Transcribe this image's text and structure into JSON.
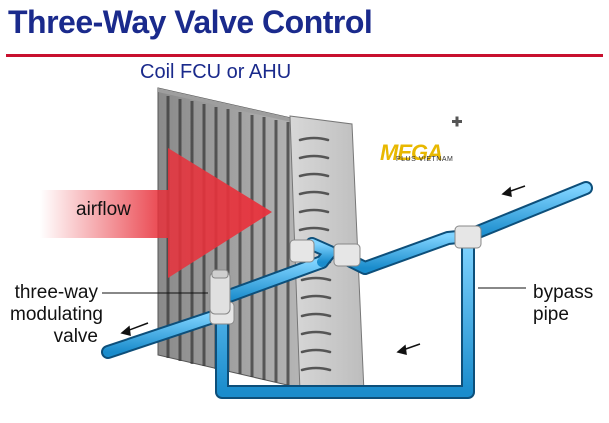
{
  "title": "Three-Way Valve Control",
  "subtitle": "Coil FCU or AHU",
  "labels": {
    "airflow": "airflow",
    "valve": [
      "three-way",
      "modulating",
      "valve"
    ],
    "bypass": [
      "bypass",
      "pipe"
    ]
  },
  "logo": {
    "main": "MEGA",
    "sub": "PLUS VIETNAM",
    "icon": "plus-icon"
  },
  "colors": {
    "title": "#1a2a8c",
    "rule": "#c8102e",
    "pipe": "#2aa4e0",
    "airflow": "#e8323c",
    "coil": "#c9c9c9",
    "logo": "#e8b800"
  }
}
